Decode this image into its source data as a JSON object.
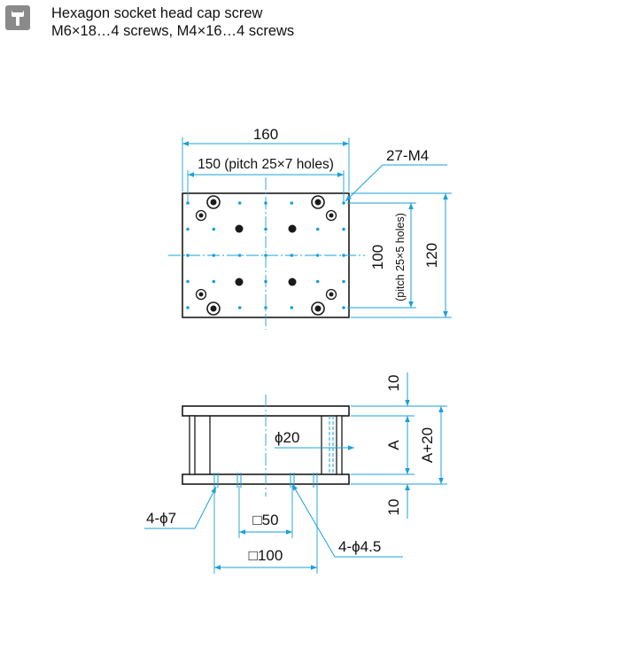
{
  "header": {
    "icon": "screw-icon",
    "line1": "Hexagon socket head cap screw",
    "line2": "M6×18…4 screws, M4×16…4 screws"
  },
  "top_view": {
    "width_label": "160",
    "pitch_x_label": "150 (pitch 25×7 holes)",
    "thread_label": "27-M4",
    "pitch_y_label_main": "100",
    "pitch_y_label_sub": "(pitch 25×5 holes)",
    "height_label": "120"
  },
  "side_view": {
    "top_plate_label": "10",
    "bottom_plate_label": "10",
    "gap_label": "A",
    "total_label": "A+20",
    "center_hole_label": "ϕ20",
    "hole7_label": "4-ϕ7",
    "hole45_label": "4-ϕ4.5",
    "sq50_label": "□50",
    "sq100_label": "□100"
  },
  "colors": {
    "dimension": "#1aa0d8",
    "outline": "#1a1a1a",
    "plate_fill": "#ffffff",
    "header_icon_bg": "#8a8a8a"
  }
}
